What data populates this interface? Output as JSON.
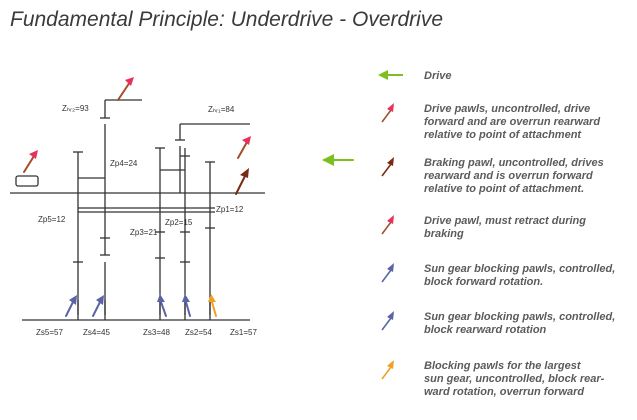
{
  "title": "Fundamental Principle: Underdrive - Overdrive",
  "labels": {
    "zhr2": "Zₕᵣ₂=93",
    "zhr1": "Zₕᵣ₁=84",
    "zp4": "Zp4=24",
    "zp5": "Zp5=12",
    "zp3": "Zp3=21",
    "zp2": "Zp2=15",
    "zp1": "Zp1=12",
    "zs5": "Zs5=57",
    "zs4": "Zs4=45",
    "zs3": "Zs3=48",
    "zs2": "Zs2=54",
    "zs1": "Zs1=57"
  },
  "legend": [
    {
      "name": "drive",
      "color": "#7cbf1e",
      "lines": [
        "Drive"
      ]
    },
    {
      "name": "drive-pawls",
      "color": "#e8305a",
      "lines": [
        "Drive pawls, uncontrolled, drive",
        "forward and are overrun rearward",
        "relative to point of attachment"
      ]
    },
    {
      "name": "braking-pawl",
      "color": "#7a2a12",
      "lines": [
        "Braking pawl, uncontrolled, drives",
        "rearward and is overrun forward",
        "relative to point of attachment."
      ]
    },
    {
      "name": "drive-pawl-retract",
      "color": "#e8305a",
      "lines": [
        "Drive pawl, must retract during",
        "braking"
      ]
    },
    {
      "name": "sun-forward",
      "color": "#5a63a8",
      "lines": [
        "Sun gear blocking pawls, controlled,",
        "block forward rotation."
      ]
    },
    {
      "name": "sun-rearward",
      "color": "#5a63a8",
      "lines": [
        "Sun gear blocking pawls, controlled,",
        "block rearward rotation"
      ]
    },
    {
      "name": "largest-sun",
      "color": "#f0a020",
      "lines": [
        "Blocking pawls for the largest",
        "sun gear, uncontrolled, block rear-",
        "ward rotation, overrun forward"
      ]
    }
  ]
}
